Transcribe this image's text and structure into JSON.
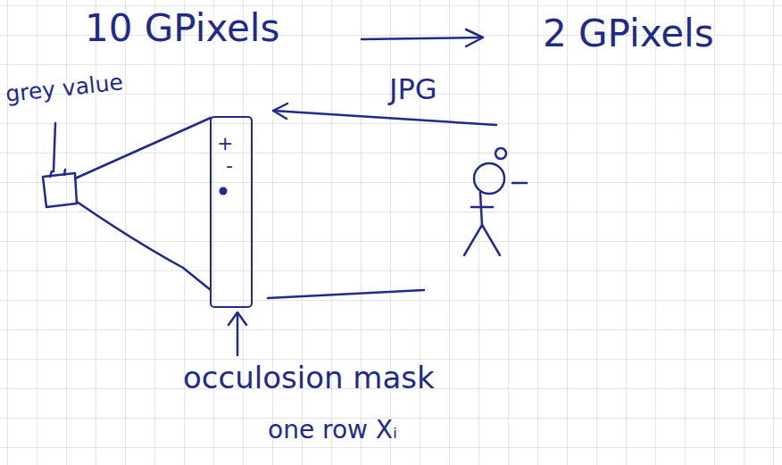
{
  "diagram": {
    "nodes": [
      {
        "text": [
          "+",
          "-"
        ]
      }
    ],
    "labels": [
      "10 GPixels",
      "2 GPixels",
      "grey value",
      "JPG",
      "occulosion mask",
      "one row Xᵢ"
    ]
  }
}
